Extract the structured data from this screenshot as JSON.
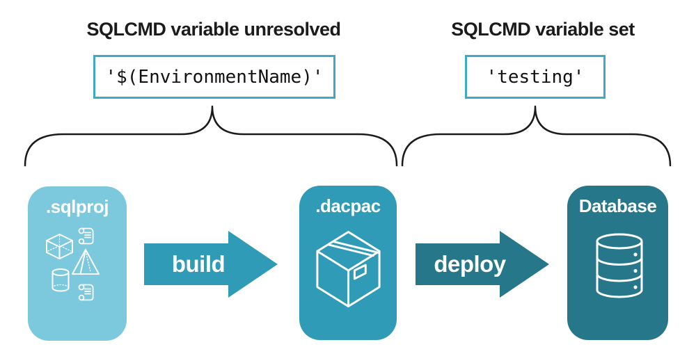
{
  "left_group": {
    "heading": "SQLCMD variable unresolved",
    "code": "'$(EnvironmentName)'"
  },
  "right_group": {
    "heading": "SQLCMD variable set",
    "code": "'testing'"
  },
  "pipeline": {
    "sqlproj": {
      "label": ".sqlproj"
    },
    "build_arrow": {
      "label": "build"
    },
    "dacpac": {
      "label": ".dacpac"
    },
    "deploy_arrow": {
      "label": "deploy"
    },
    "database": {
      "label": "Database"
    }
  },
  "icons": {
    "sqlproj_icons": [
      "scroll-icon",
      "cube-icon",
      "pyramid-icon",
      "cylinder-icon",
      "scroll-icon"
    ],
    "dacpac_icon": "package-box-icon",
    "database_icon": "database-cylinder-icon",
    "grouping_shapes": [
      "curly-brace-left",
      "curly-brace-right"
    ]
  },
  "colors": {
    "light_blue": "#7CC8DC",
    "teal": "#2F9BB7",
    "dark_teal": "#257789",
    "code_border": "#3FA8C4",
    "ink": "#1B1B1B",
    "icon_white": "#FFFFFF"
  }
}
